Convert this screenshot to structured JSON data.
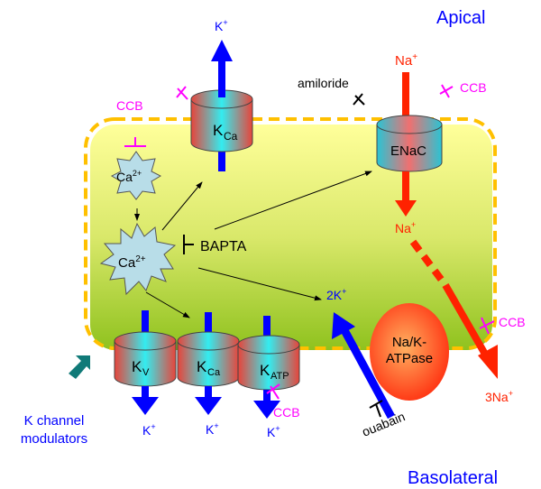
{
  "labels": {
    "apical": "Apical",
    "basolateral": "Basolateral",
    "k_top": "K",
    "plus": "+",
    "kca_main": "K",
    "kca_sub": "Ca",
    "ccb": "CCB",
    "ca_main": "Ca",
    "ca_sup": "2+",
    "bapta": "BAPTA",
    "amiloride": "amiloride",
    "na_main": "Na",
    "enac": "ENaC",
    "two_k": "2K",
    "three_na": "3Na",
    "nak_line1": "Na/K-",
    "nak_line2": "ATPase",
    "ouabain": "ouabain",
    "kv_main": "K",
    "kv_sub": "V",
    "katp_main": "K",
    "katp_sub": "ATP",
    "modulators_line1": "K channel",
    "modulators_line2": "modulators"
  },
  "colors": {
    "blue": "#0000ff",
    "red": "#ff2200",
    "magenta": "#ff00ff",
    "teal": "#107a78",
    "dash": "#ffc000"
  }
}
